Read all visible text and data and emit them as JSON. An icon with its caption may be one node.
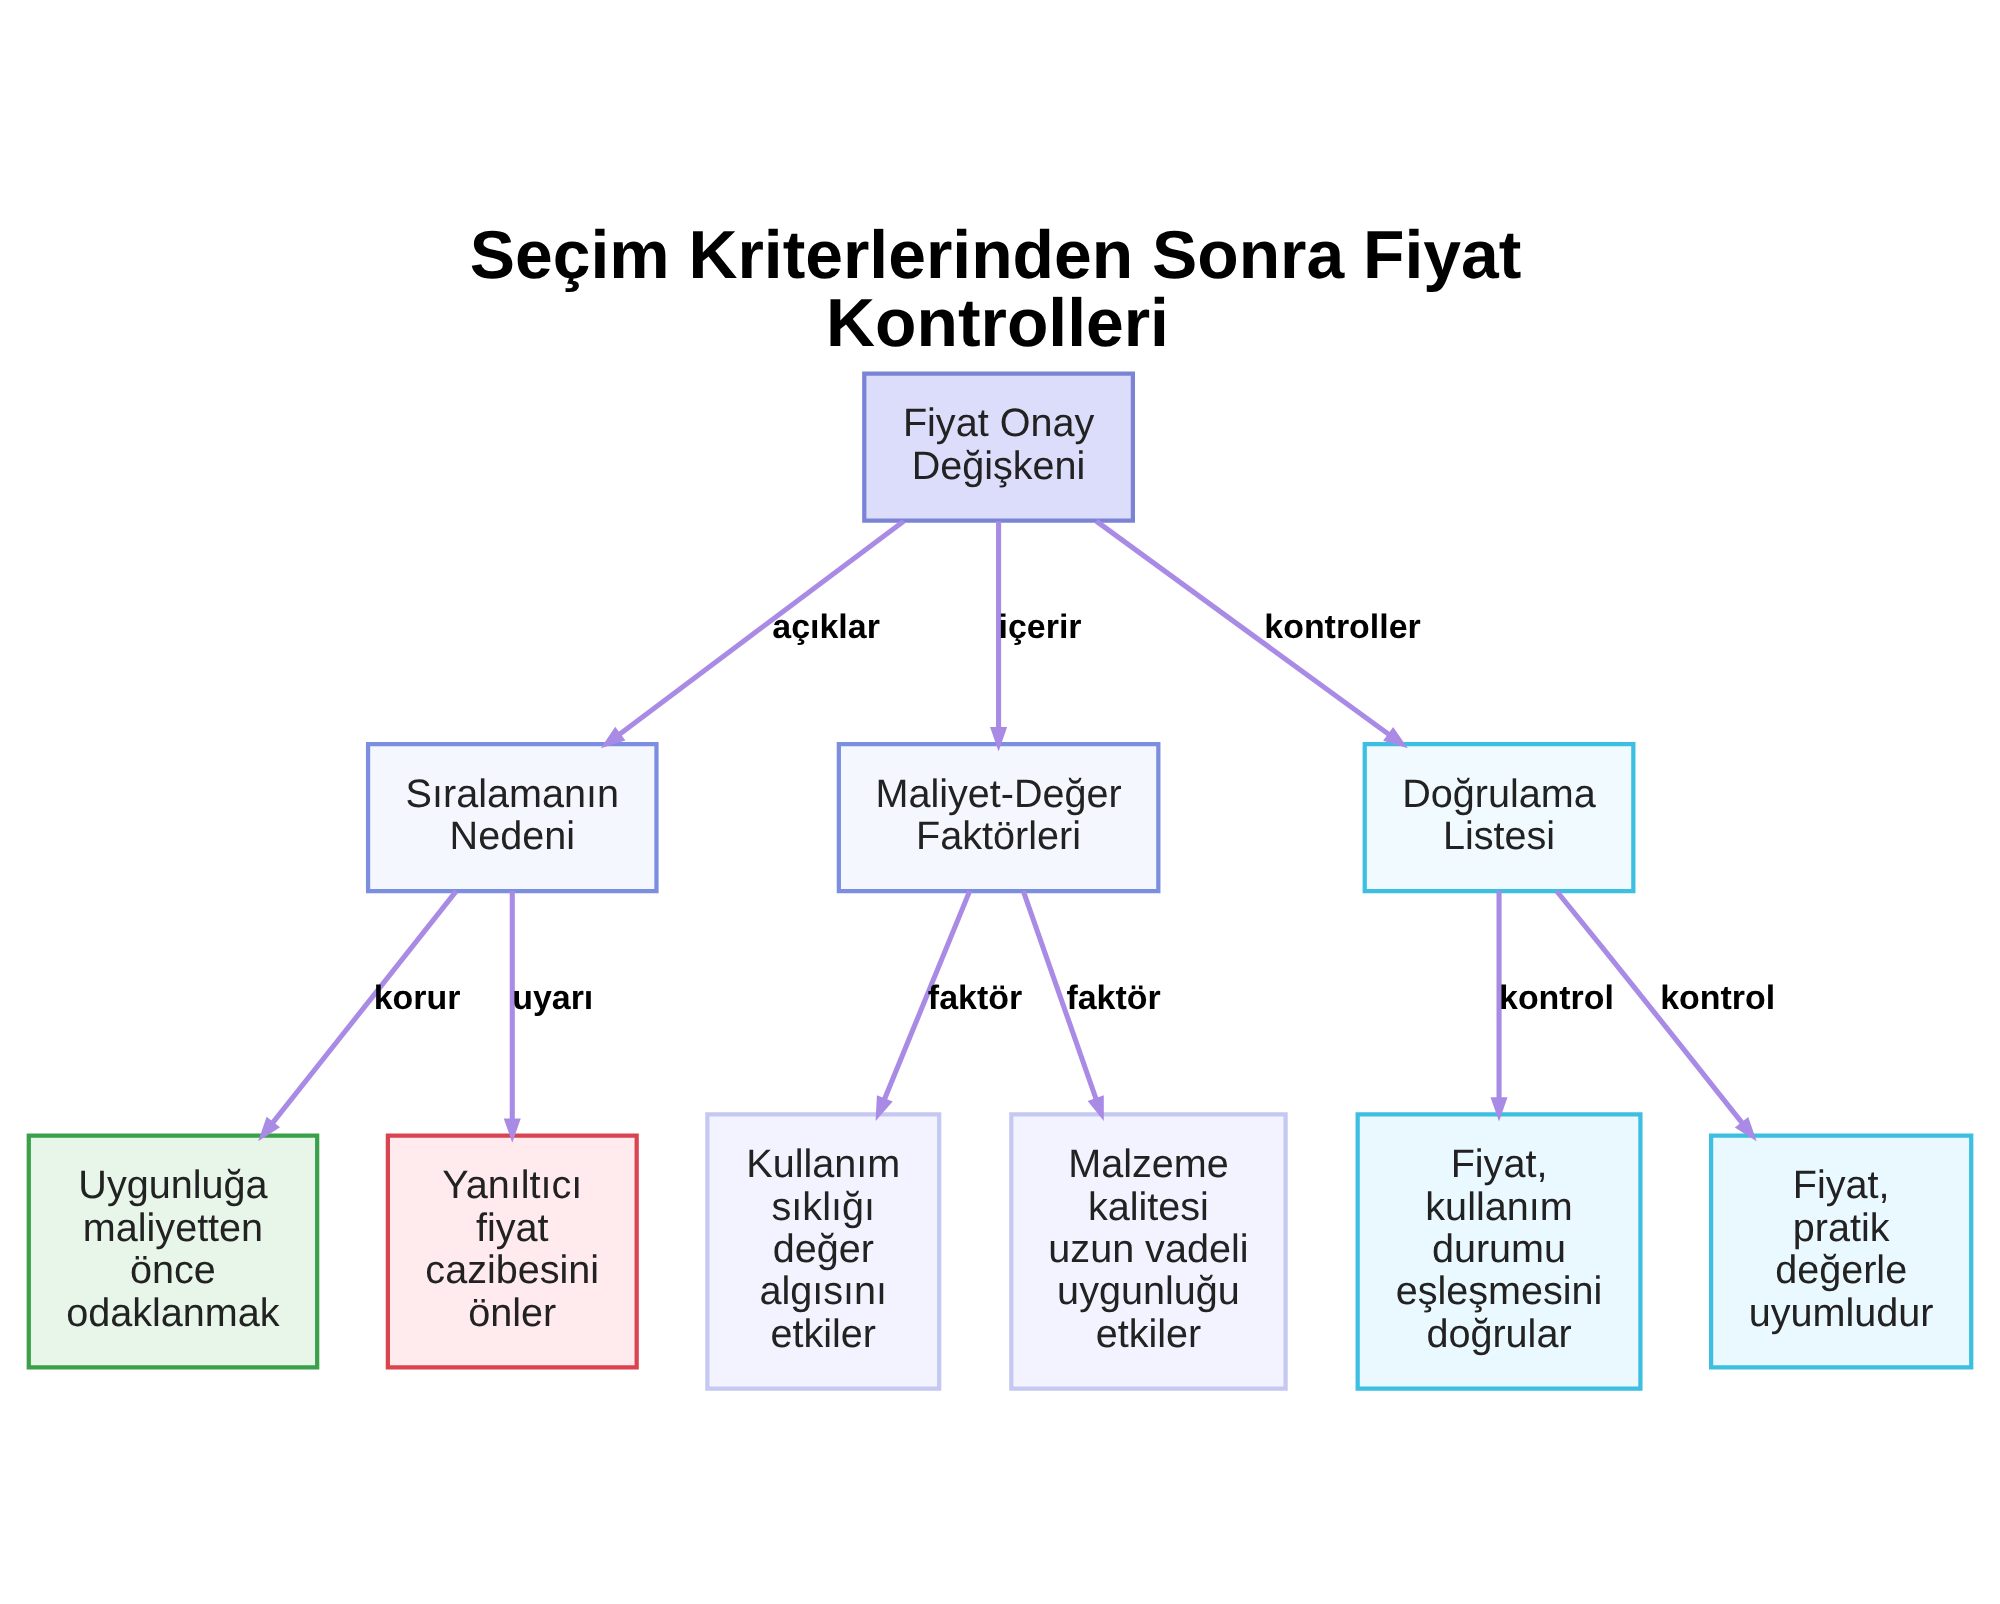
{
  "diagram": {
    "title": "Seçim Kriterlerinden Sonra Fiyat Kontrolleri",
    "nodes": [
      {
        "text": [
          "Fiyat Onay Değişkeni"
        ]
      },
      {
        "text": [
          "Sıralamanın Nedeni"
        ]
      },
      {
        "text": [
          "Maliyet-Değer Faktörleri"
        ]
      },
      {
        "text": [
          "Doğrulama Listesi"
        ]
      },
      {
        "text": [
          "Uygunluğa maliyetten önce odaklanmak"
        ]
      },
      {
        "text": [
          "Yanıltıcı fiyat cazibesini önler"
        ]
      },
      {
        "text": [
          "Kullanım sıklığı değer algısını etkiler"
        ]
      },
      {
        "text": [
          "Malzeme kalitesi uzun vadeli uygunluğu etkiler"
        ]
      },
      {
        "text": [
          "Fiyat, kullanım durumu eşleşmesini doğrular"
        ]
      },
      {
        "text": [
          "Fiyat, pratik değerle uyumludur"
        ]
      }
    ],
    "edges": [
      {
        "from": 0,
        "to": 1,
        "arrow": "to",
        "label": "açıklar"
      },
      {
        "from": 0,
        "to": 2,
        "arrow": "to",
        "label": "içerir"
      },
      {
        "from": 0,
        "to": 3,
        "arrow": "to",
        "label": "kontroller"
      },
      {
        "from": 1,
        "to": 4,
        "arrow": "to",
        "label": "korur"
      },
      {
        "from": 1,
        "to": 5,
        "arrow": "to",
        "label": "uyarı"
      },
      {
        "from": 2,
        "to": 6,
        "arrow": "to",
        "label": "faktör"
      },
      {
        "from": 2,
        "to": 7,
        "arrow": "to",
        "label": "faktör"
      },
      {
        "from": 3,
        "to": 8,
        "arrow": "to",
        "label": "kontrol"
      },
      {
        "from": 3,
        "to": 9,
        "arrow": "to",
        "label": "kontrol"
      }
    ]
  }
}
